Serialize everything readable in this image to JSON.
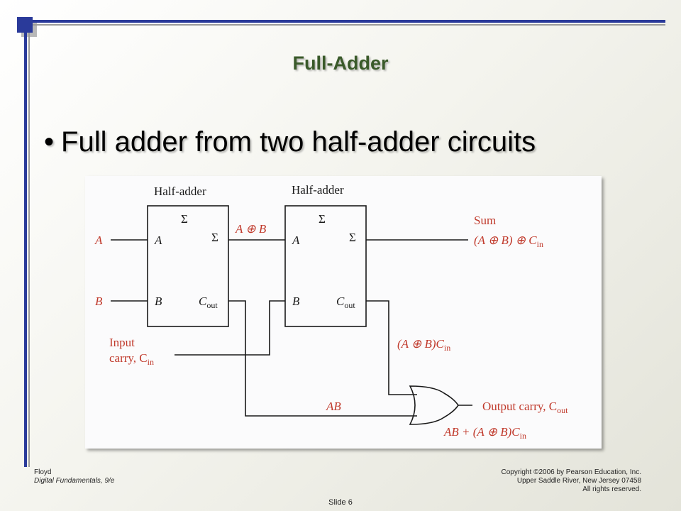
{
  "title": "Full-Adder",
  "bullet": "Full adder from two half-adder circuits",
  "diagram": {
    "ha1_label": "Half-adder",
    "ha2_label": "Half-adder",
    "sigma": "Σ",
    "input_a": "A",
    "input_b": "B",
    "pin_a": "A",
    "pin_b": "B",
    "cout_main": "C",
    "cout_sub": "out",
    "a_xor_b": "A ⊕ B",
    "sum_label": "Sum",
    "sum_expr": "(A ⊕ B) ⊕ C",
    "in_sub": "in",
    "input_carry_line1": "Input",
    "input_carry_line2": "carry, C",
    "carry_term": "(A ⊕ B)C",
    "ab_label": "AB",
    "output_carry": "Output carry, C",
    "output_expr": "AB + (A ⊕ B)C"
  },
  "colors": {
    "title": "#3a5a2a",
    "accent_bar": "#2a3a9a",
    "input_label": "#c0392b"
  },
  "footer": {
    "author": "Floyd",
    "book": "Digital Fundamentals, 9/e",
    "copyright1": "Copyright ©2006 by Pearson Education, Inc.",
    "copyright2": "Upper Saddle River, New Jersey 07458",
    "copyright3": "All rights reserved.",
    "slide": "Slide 6"
  }
}
